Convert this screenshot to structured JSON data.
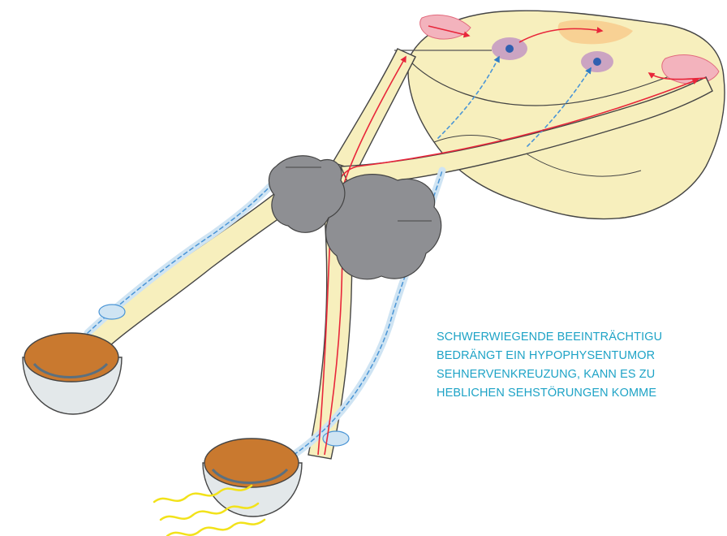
{
  "caption": {
    "lines": [
      "SCHWERWIEGENDE BEEINTRÄCHTIGU",
      "BEDRÄNGT EIN HYPOPHYSENTUMOR",
      "SEHNERVENKREUZUNG, KANN ES ZU",
      "HEBLICHEN SEHSTÖRUNGEN KOMME"
    ]
  },
  "colors": {
    "caption_text": "#1ea3c6",
    "nerve_fill": "#f7efbd",
    "nerve_outline": "#444444",
    "signal_red": "#e8263a",
    "feedback_blue": "#4a95d6",
    "feedback_fill": "#cfe4f3",
    "tumor_gray": "#8e8f93",
    "eye_iris": "#c9792f",
    "eye_shell": "#e3e8ea",
    "light_rays": "#f2e21a",
    "cortex_pink": "#f3b3bd",
    "nucleus_purple": "#b884c4"
  },
  "icons": [
    "eye-icon",
    "light-rays-icon",
    "tumor-icon",
    "brain-hemisphere-icon"
  ]
}
